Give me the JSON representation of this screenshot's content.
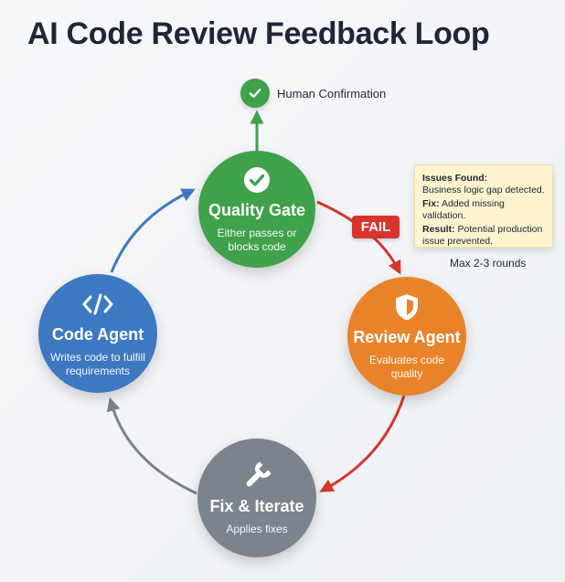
{
  "title": "AI Code Review Feedback Loop",
  "human_confirmation": {
    "label": "Human Confirmation",
    "icon": "check-icon",
    "color": "#3fa14a"
  },
  "nodes": {
    "quality_gate": {
      "name": "Quality Gate",
      "desc": "Either passes or blocks code",
      "icon": "check-circle-icon",
      "color": "#3fa14a"
    },
    "review_agent": {
      "name": "Review Agent",
      "desc": "Evaluates code quality",
      "icon": "shield-icon",
      "color": "#e8832a"
    },
    "code_agent": {
      "name": "Code Agent",
      "desc": "Writes code to fulfill requirements",
      "icon": "code-brackets-icon",
      "color": "#3d79c2"
    },
    "fix_iterate": {
      "name": "Fix & Iterate",
      "desc": "Applies fixes",
      "icon": "wrench-icon",
      "color": "#7b838c"
    }
  },
  "fail_badge": {
    "label": "FAIL",
    "color": "#d7342d"
  },
  "issues": {
    "found_label": "Issues Found:",
    "found_text": "Business logic gap detected.",
    "fix_label": "Fix:",
    "fix_text": "Added missing validation.",
    "result_label": "Result:",
    "result_text": "Potential production issue prevented."
  },
  "max_rounds": "Max 2-3 rounds"
}
